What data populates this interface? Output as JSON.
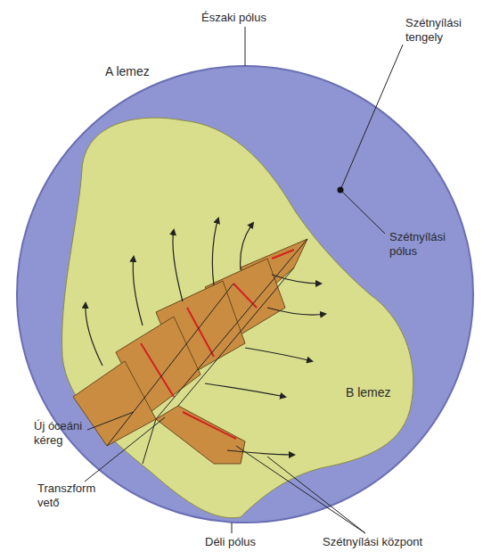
{
  "diagram": {
    "labels": [
      "Északi pólus",
      "Szétnyílási tengely",
      "Szétnyílási pólus",
      "A lemez",
      "B lemez",
      "Új óceáni kéreg",
      "Transzform vető",
      "Déli pólus",
      "Szétnyílási központ"
    ]
  }
}
